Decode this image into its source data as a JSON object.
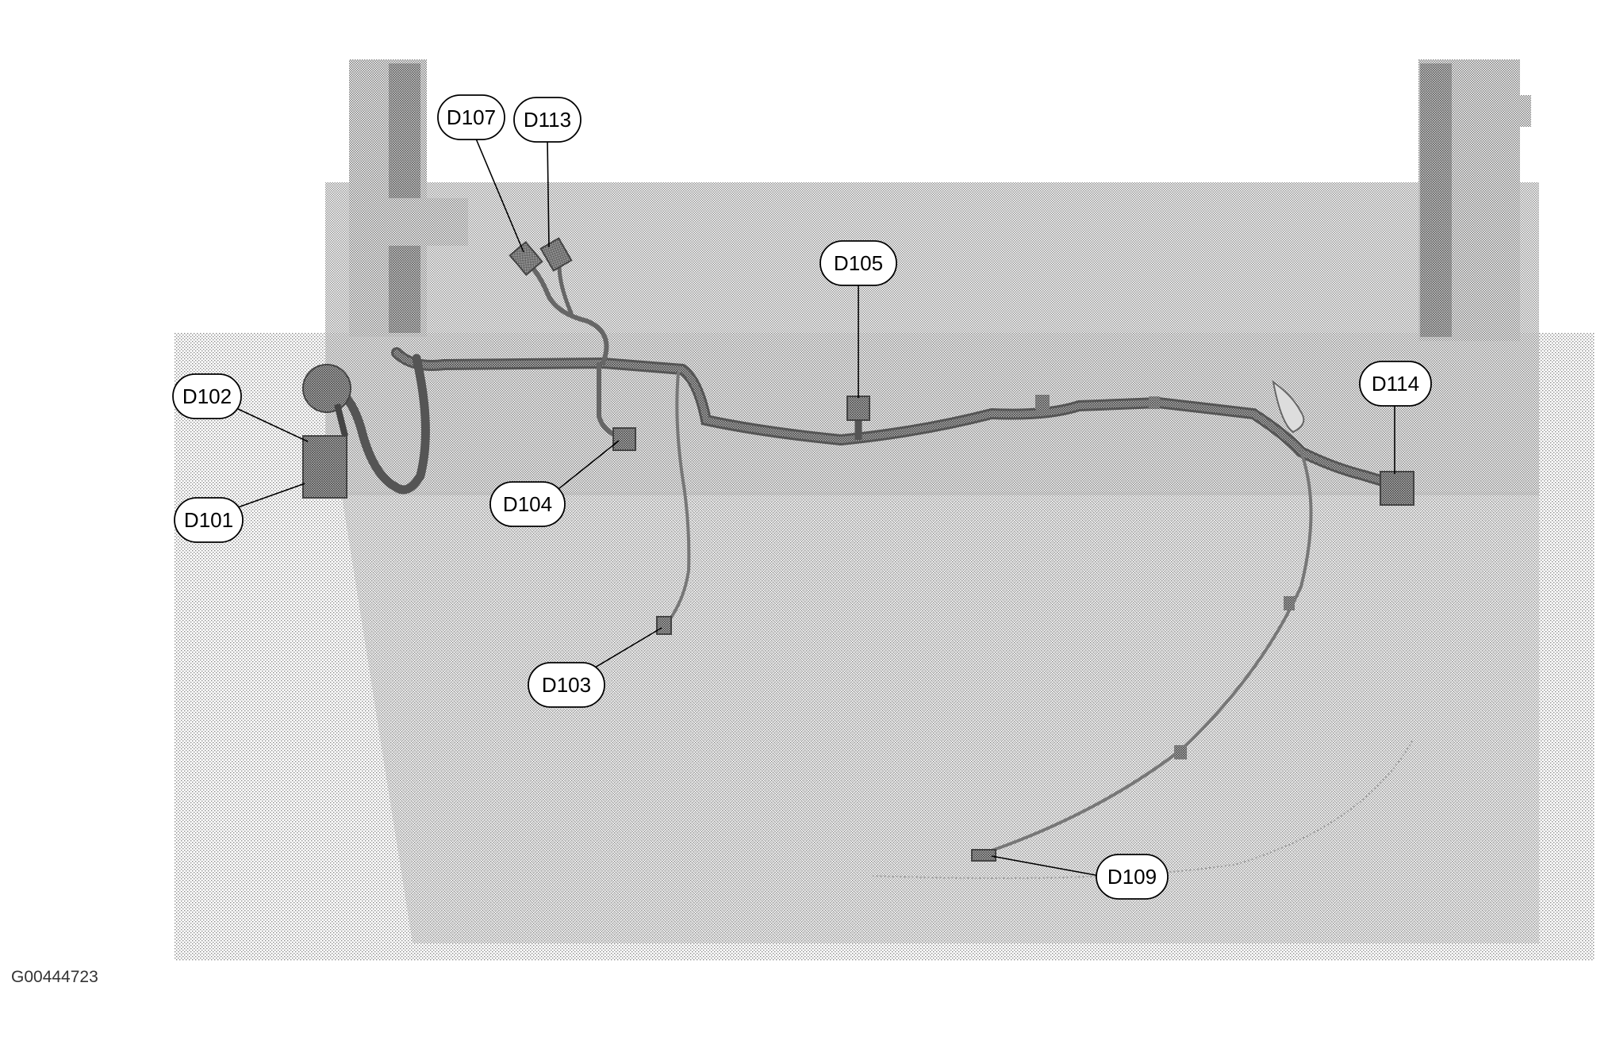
{
  "figure_id": "G00444723",
  "callouts": [
    {
      "id": "D107",
      "label": "D107"
    },
    {
      "id": "D113",
      "label": "D113"
    },
    {
      "id": "D105",
      "label": "D105"
    },
    {
      "id": "D102",
      "label": "D102"
    },
    {
      "id": "D101",
      "label": "D101"
    },
    {
      "id": "D104",
      "label": "D104"
    },
    {
      "id": "D114",
      "label": "D114"
    },
    {
      "id": "D103",
      "label": "D103"
    },
    {
      "id": "D109",
      "label": "D109"
    }
  ]
}
